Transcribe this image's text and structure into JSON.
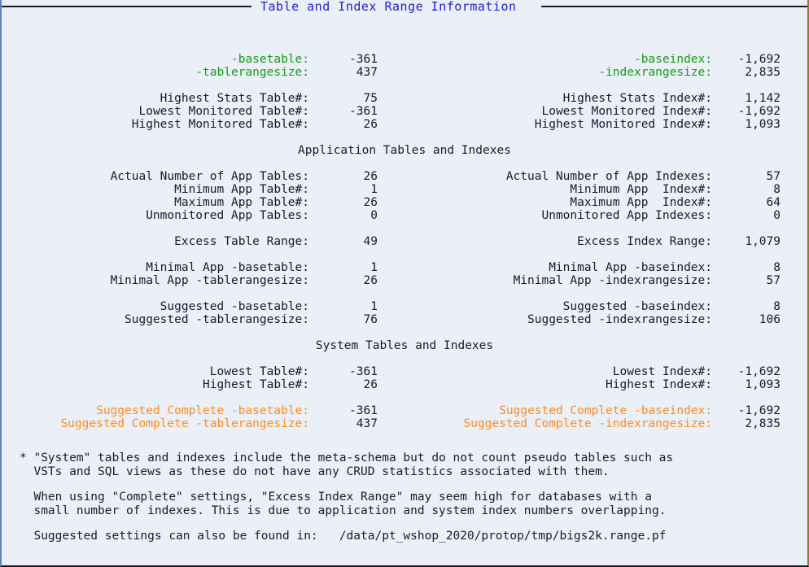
{
  "panel": {
    "title": "Table and Index Range Information",
    "title_color": "#2121cc",
    "background_color": "#eaeff8",
    "green_color": "#12a012",
    "orange_color": "#ff8c1a",
    "text_color": "#1a1a2e"
  },
  "summary": {
    "rows": [
      {
        "left_label": "-basetable:",
        "left_value": "-361",
        "right_label": "-baseindex:",
        "right_value": "-1,692",
        "style": "green"
      },
      {
        "left_label": "-tablerangesize:",
        "left_value": "437",
        "right_label": "-indexrangesize:",
        "right_value": "2,835",
        "style": "green"
      }
    ]
  },
  "stats": {
    "rows": [
      {
        "left_label": "Highest Stats Table#:",
        "left_value": "75",
        "right_label": "Highest Stats Index#:",
        "right_value": "1,142",
        "style": "plain"
      },
      {
        "left_label": "Lowest Monitored Table#:",
        "left_value": "-361",
        "right_label": "Lowest Monitored Index#:",
        "right_value": "-1,692",
        "style": "plain"
      },
      {
        "left_label": "Highest Monitored Table#:",
        "left_value": "26",
        "right_label": "Highest Monitored Index#:",
        "right_value": "1,093",
        "style": "plain"
      }
    ]
  },
  "app_section": {
    "heading": "Application Tables and Indexes",
    "rows": [
      {
        "left_label": "Actual Number of App Tables:",
        "left_value": "26",
        "right_label": "Actual Number of App Indexes:",
        "right_value": "57",
        "style": "plain"
      },
      {
        "left_label": "Minimum App Table#:",
        "left_value": "1",
        "right_label": "Minimum App  Index#:",
        "right_value": "8",
        "style": "plain"
      },
      {
        "left_label": "Maximum App Table#:",
        "left_value": "26",
        "right_label": "Maximum App  Index#:",
        "right_value": "64",
        "style": "plain"
      },
      {
        "left_label": "Unmonitored App Tables:",
        "left_value": "0",
        "right_label": "Unmonitored App Indexes:",
        "right_value": "0",
        "style": "plain"
      }
    ],
    "excess_rows": [
      {
        "left_label": "Excess Table Range:",
        "left_value": "49",
        "right_label": "Excess Index Range:",
        "right_value": "1,079",
        "style": "plain"
      }
    ],
    "minimal_rows": [
      {
        "left_label": "Minimal App -basetable:",
        "left_value": "1",
        "right_label": "Minimal App -baseindex:",
        "right_value": "8",
        "style": "plain"
      },
      {
        "left_label": "Minimal App -tablerangesize:",
        "left_value": "26",
        "right_label": "Minimal App -indexrangesize:",
        "right_value": "57",
        "style": "plain"
      }
    ],
    "suggested_rows": [
      {
        "left_label": "Suggested -basetable:",
        "left_value": "1",
        "right_label": "Suggested -baseindex:",
        "right_value": "8",
        "style": "plain"
      },
      {
        "left_label": "Suggested -tablerangesize:",
        "left_value": "76",
        "right_label": "Suggested -indexrangesize:",
        "right_value": "106",
        "style": "plain"
      }
    ]
  },
  "system_section": {
    "heading": "System Tables and Indexes",
    "rows": [
      {
        "left_label": "Lowest Table#:",
        "left_value": "-361",
        "right_label": "Lowest Index#:",
        "right_value": "-1,692",
        "style": "plain"
      },
      {
        "left_label": "Highest Table#:",
        "left_value": "26",
        "right_label": "Highest Index#:",
        "right_value": "1,093",
        "style": "plain"
      }
    ],
    "complete_rows": [
      {
        "left_label": "Suggested Complete -basetable:",
        "left_value": "-361",
        "right_label": "Suggested Complete -baseindex:",
        "right_value": "-1,692",
        "style": "orange"
      },
      {
        "left_label": "Suggested Complete -tablerangesize:",
        "left_value": "437",
        "right_label": "Suggested Complete -indexrangesize:",
        "right_value": "2,835",
        "style": "orange"
      }
    ]
  },
  "notes": {
    "paragraphs": [
      [
        "* \"System\" tables and indexes include the meta-schema but do not count pseudo tables such as",
        "  VSTs and SQL views as these do not have any CRUD statistics associated with them."
      ],
      [
        "  When using \"Complete\" settings, \"Excess Index Range\" may seem high for databases with a",
        "  small number of indexes. This is due to application and system index numbers overlapping."
      ],
      [
        "  Suggested settings can also be found in:   /data/pt_wshop_2020/protop/tmp/bigs2k.range.pf"
      ]
    ]
  }
}
